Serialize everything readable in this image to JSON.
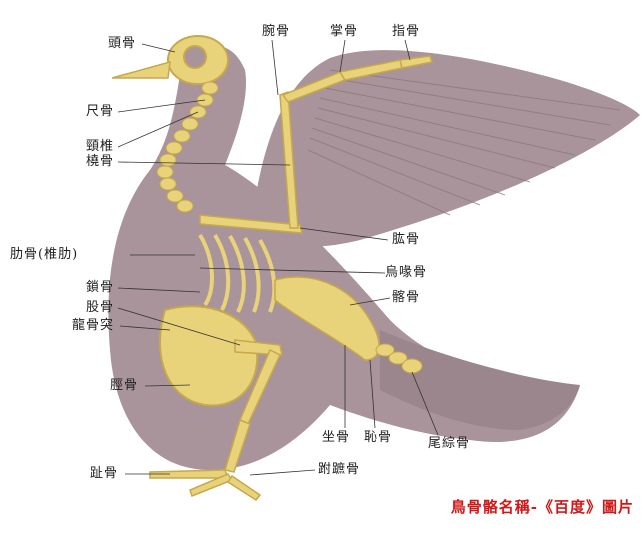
{
  "colors": {
    "body": "#a8949a",
    "bone": "#e8d27a",
    "bone_dark": "#c7a84a",
    "leader": "#333333",
    "caption": "#d01818"
  },
  "labels": {
    "skull": "頭骨",
    "ulna": "尺骨",
    "cervical": "頸椎",
    "radius": "橈骨",
    "ribs": "肋骨(椎肋)",
    "clavicle": "鎖骨",
    "femur": "股骨",
    "keel": "龍骨突",
    "tibia": "脛骨",
    "toe": "趾骨",
    "carpus": "腕骨",
    "metacarpus": "掌骨",
    "phalanx": "指骨",
    "humerus": "肱骨",
    "coracoid": "烏喙骨",
    "ilium": "髂骨",
    "ischium": "坐骨",
    "pubis": "恥骨",
    "pygostyle": "尾綜骨",
    "tarsometatarsus": "跗蹠骨"
  },
  "caption": "鳥骨骼名稱-《百度》圖片"
}
